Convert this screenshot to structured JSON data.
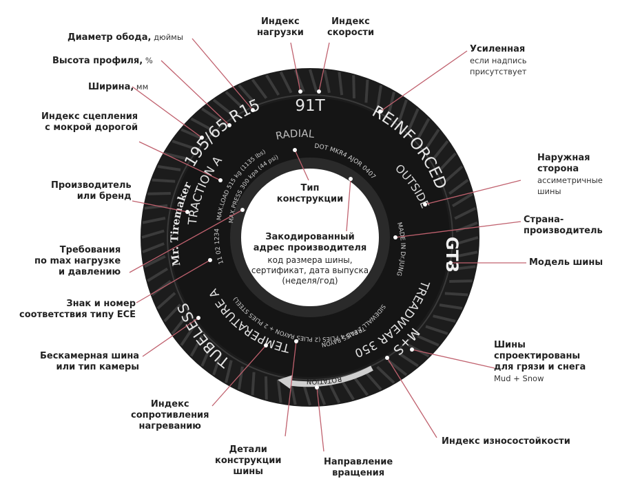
{
  "tire": {
    "size": "195/65 R15",
    "load_speed": "91T",
    "reinforced": "REINFORCED",
    "radial": "RADIAL",
    "dot": "DOT MKR4 AJOR 0407",
    "outside": "OUTSIDE",
    "made_in": "MADE IN Dr.JUNG",
    "model": "GT3",
    "treadwear": "TREADWEAR 350",
    "mud_snow": "M+S",
    "rotation": "ROTATION",
    "sidewall": "SIDEWALL 2 PLIES RAYON",
    "tread_plies": "TREAD 4 PLIES (2 PLIES RAYON + 2 PLIES STEEL)",
    "temperature": "TEMPERATURE A",
    "tubeless": "TUBELESS",
    "ece": "11 02 1234",
    "traction": "TRACTION A",
    "brand": "Mr. Tiremaker",
    "max_load": "MAX.LOAD 515 kg (1135 lbs)",
    "max_press": "MAX.PRESS 300 kpa (44 psi)"
  },
  "labels": {
    "load_index": {
      "title": "Индекс\nнагрузки"
    },
    "speed_index": {
      "title": "Индекс\nскорости"
    },
    "rim_diameter": {
      "title": "Диаметр обода,",
      "sub": " дюймы"
    },
    "profile_height": {
      "title": "Высота профиля,",
      "sub": " %"
    },
    "width": {
      "title": "Ширина,",
      "sub": " мм"
    },
    "wet_grip": {
      "title": "Индекс сцепления\nс мокрой дорогой"
    },
    "brand": {
      "title": "Производитель\nили бренд"
    },
    "max_load": {
      "title": "Требования\nпо max нагрузке\nи давлению"
    },
    "ece": {
      "title": "Знак и номер\nсоответствия типу ECE"
    },
    "tubeless": {
      "title": "Бескамерная шина\nили тип камеры"
    },
    "heat": {
      "title": "Индекс\nсопротивления\nнагреванию"
    },
    "construction_details": {
      "title": "Детали\nконструкции\nшины"
    },
    "rotation": {
      "title": "Направление\nвращения"
    },
    "treadwear": {
      "title": "Индекс износостойкости"
    },
    "mud_snow": {
      "title": "Шины\nспроектированы\nдля грязи и снега",
      "sub": "Mud + Snow"
    },
    "model": {
      "title": "Модель шины"
    },
    "country": {
      "title": "Страна-\nпроизводитель"
    },
    "outside": {
      "title": "Наружная\nсторона",
      "sub": "ассиметричные\nшины"
    },
    "reinforced": {
      "title": "Усиленная",
      "sub": "если надпись\nприсутствует"
    }
  },
  "center": {
    "construction_type": "Тип\nконструкции",
    "maker_code_title": "Закодированный\nадрес производителя",
    "maker_code_sub": "код размера шины,\nсертификат, дата выпуска\n(неделя/год)"
  },
  "colors": {
    "tire": "#1c1c1c",
    "tread": "#2c2c2c",
    "leader": "#c0616e",
    "dot": "#ffffff"
  }
}
